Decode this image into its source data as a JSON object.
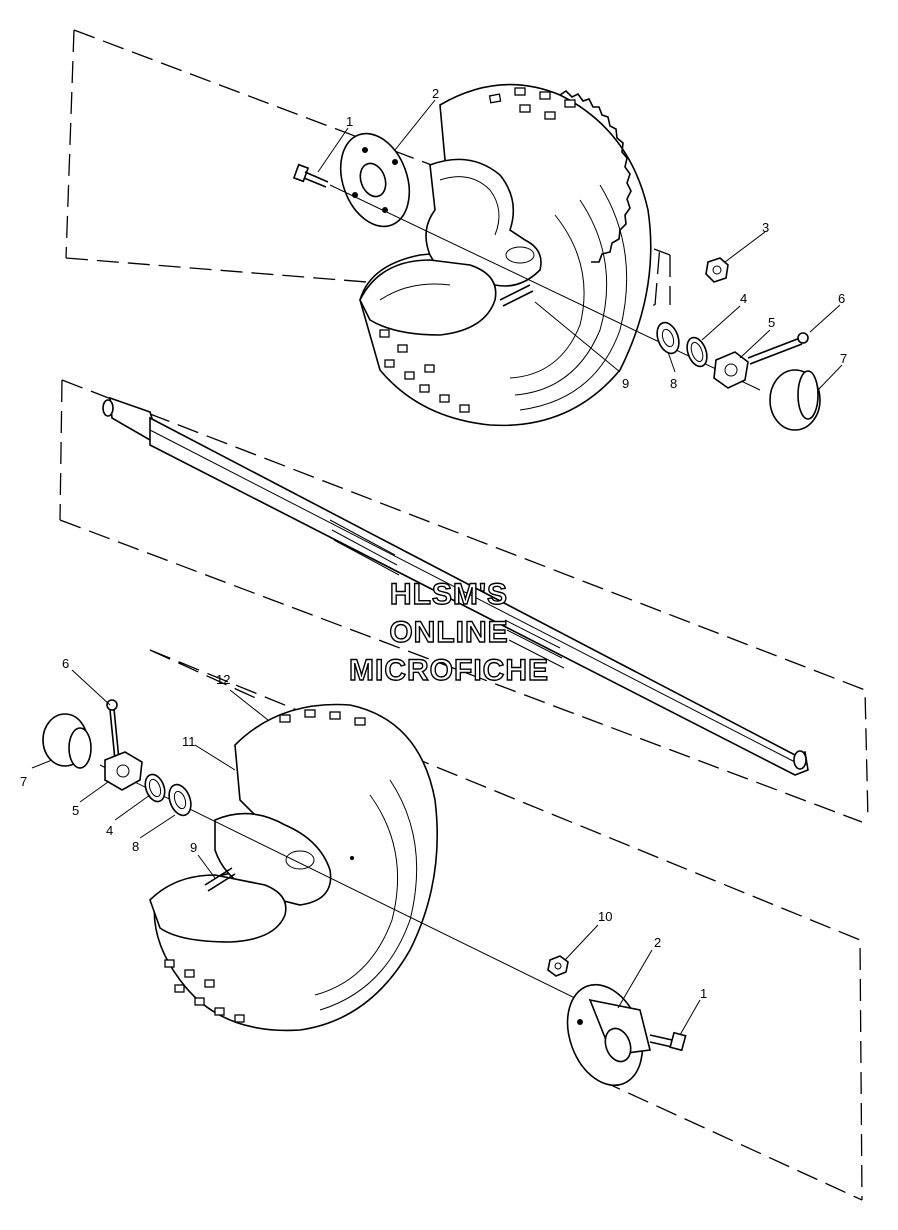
{
  "watermark": {
    "line1": "HLSM'S",
    "line2": "ONLINE",
    "line3": "MICROFICHE"
  },
  "callouts": {
    "upper_1": "1",
    "upper_2": "2",
    "upper_3": "3",
    "upper_4": "4",
    "upper_5": "5",
    "upper_6": "6",
    "upper_7": "7",
    "upper_8": "8",
    "upper_9": "9",
    "lower_6": "6",
    "lower_7": "7",
    "lower_5": "5",
    "lower_4": "4",
    "lower_8": "8",
    "lower_9": "9",
    "lower_11": "11",
    "lower_12": "12",
    "lower_10": "10",
    "lower_2": "2",
    "lower_1": "1"
  }
}
